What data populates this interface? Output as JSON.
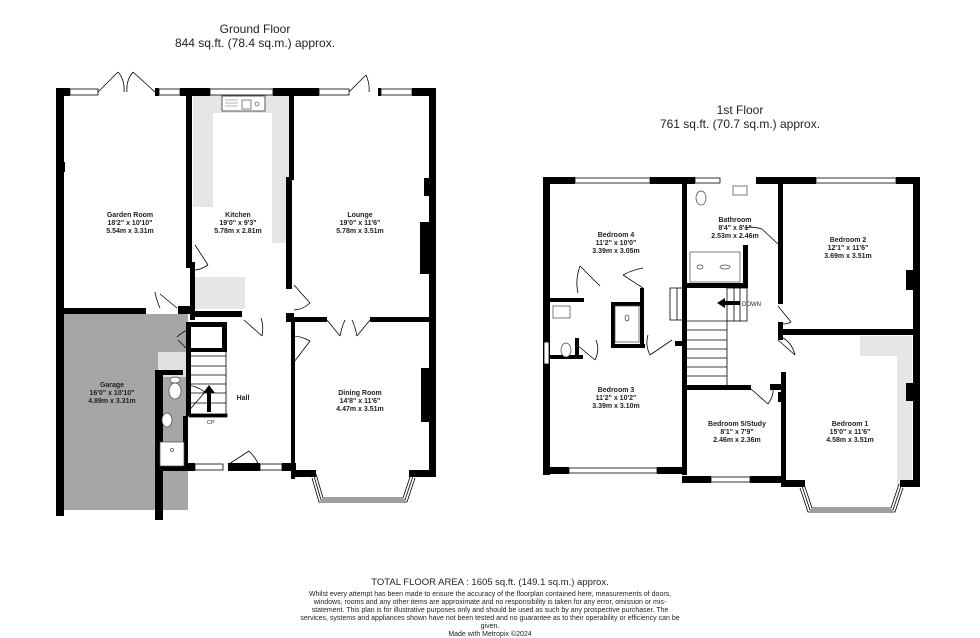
{
  "ground_floor": {
    "title": "Ground Floor",
    "area": "844 sq.ft. (78.4 sq.m.) approx.",
    "rooms": [
      {
        "name": "Garden Room",
        "imperial": "18'2\"  x 10'10\"",
        "metric": "5.54m  x 3.31m"
      },
      {
        "name": "Kitchen",
        "imperial": "19'0\"  x 9'3\"",
        "metric": "5.78m  x 2.81m"
      },
      {
        "name": "Lounge",
        "imperial": "19'0\"  x 11'6\"",
        "metric": "5.78m  x 3.51m"
      },
      {
        "name": "Garage",
        "imperial": "16'0\"  x 10'10\"",
        "metric": "4.89m  x 3.31m"
      },
      {
        "name": "Dining Room",
        "imperial": "14'8\"  x 11'6\"",
        "metric": "4.47m  x 3.51m"
      },
      {
        "name": "Hall"
      }
    ],
    "annotations": {
      "cupboard": "CP"
    }
  },
  "first_floor": {
    "title": "1st Floor",
    "area": "761 sq.ft. (70.7 sq.m.) approx.",
    "rooms": [
      {
        "name": "Bedroom 4",
        "imperial": "11'2\"  x 10'0\"",
        "metric": "3.39m  x 3.05m"
      },
      {
        "name": "Bathroom",
        "imperial": "8'4\"  x 8'1\"",
        "metric": "2.53m  x 2.46m"
      },
      {
        "name": "Bedroom 2",
        "imperial": "12'1\"  x 11'6\"",
        "metric": "3.69m  x 3.51m"
      },
      {
        "name": "Bedroom 3",
        "imperial": "11'2\"  x 10'2\"",
        "metric": "3.39m  x 3.10m"
      },
      {
        "name": "Bedroom 5/Study",
        "imperial": "8'1\"  x 7'9\"",
        "metric": "2.46m  x 2.36m"
      },
      {
        "name": "Bedroom 1",
        "imperial": "15'0\"  x 11'6\"",
        "metric": "4.58m  x 3.51m"
      }
    ],
    "annotations": {
      "stairs": "DOWN"
    }
  },
  "footer": {
    "total_area": "TOTAL FLOOR AREA : 1605 sq.ft. (149.1 sq.m.) approx.",
    "disclaimer": "Whilst every attempt has been made to ensure the accuracy of the floorplan contained here, measurements of doors, windows, rooms and any other items are approximate and no responsibility is taken for any error, omission or mis-statement. This plan is for illustrative purposes only and should be used as such by any prospective purchaser. The services, systems and appliances shown have not been tested and no guarantee as to their operability or efficiency can be given.",
    "made_with": "Made with Metropix ©2024"
  },
  "colors": {
    "wall": "#000000",
    "garage_fill": "#a6a6a6",
    "fitted_units": "#e6e6e6",
    "background": "#ffffff"
  }
}
